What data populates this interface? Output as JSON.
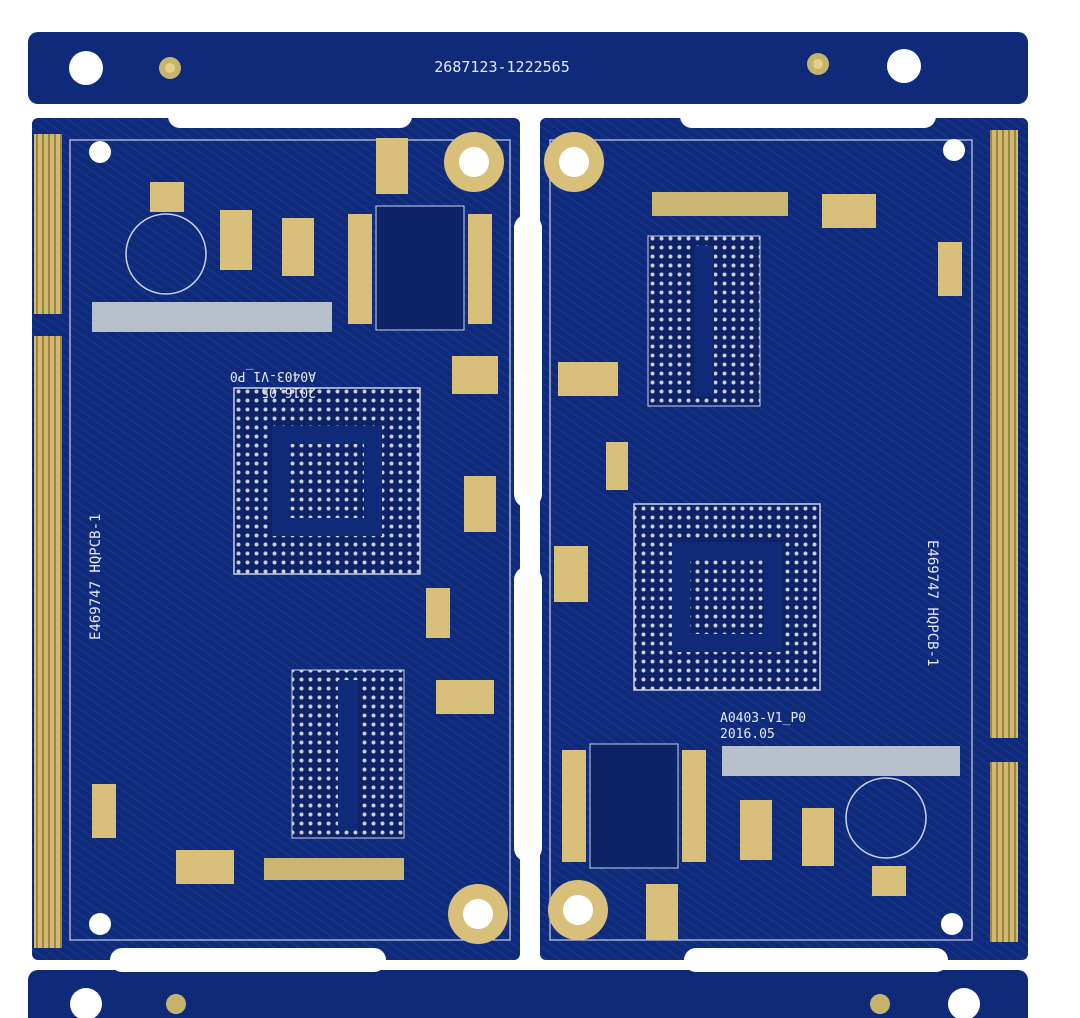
{
  "board": {
    "rail_serial": "2687123-1222565",
    "left_module": {
      "part_number": "E469747 HQPCB-1",
      "revision": "A0403-V1_P0",
      "date": "2016.05"
    },
    "right_module": {
      "part_number": "E469747 HQPCB-1",
      "revision": "A0403-V1_P0",
      "date": "2016.05"
    },
    "colors": {
      "solder_mask": "#102a7a",
      "solder_mask_dark": "#0b1f5c",
      "gold_finish": "#d8c07a",
      "silkscreen": "#e6ebf2",
      "background": "#ffffff"
    }
  }
}
